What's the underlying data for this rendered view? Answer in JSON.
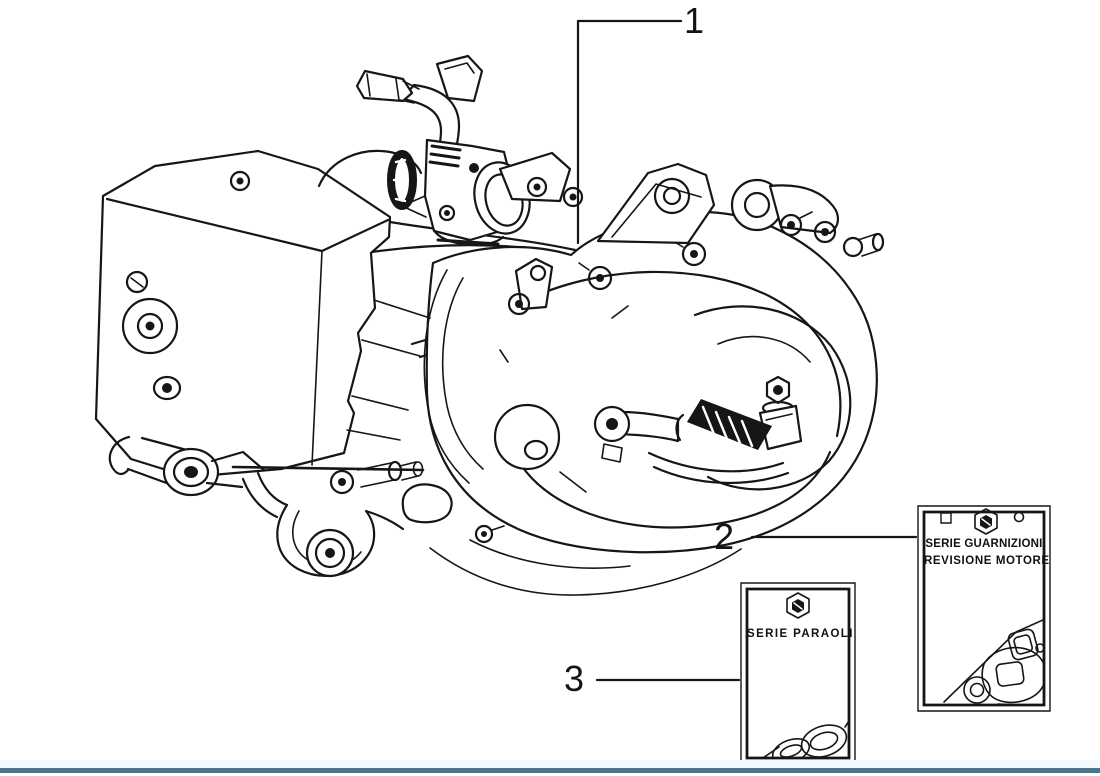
{
  "diagram": {
    "callouts": [
      {
        "number": "1"
      },
      {
        "number": "2"
      },
      {
        "number": "3"
      }
    ],
    "kit_boxes": [
      {
        "callout": "2",
        "lines": [
          "SERIE GUARNIZIONI",
          "REVISIONE MOTORE"
        ]
      },
      {
        "callout": "3",
        "lines": [
          "SERIE PARAOLI"
        ]
      }
    ]
  },
  "colors": {
    "ink": "#161616",
    "background": "#ffffff",
    "bottom_bar": "#4e7487"
  }
}
